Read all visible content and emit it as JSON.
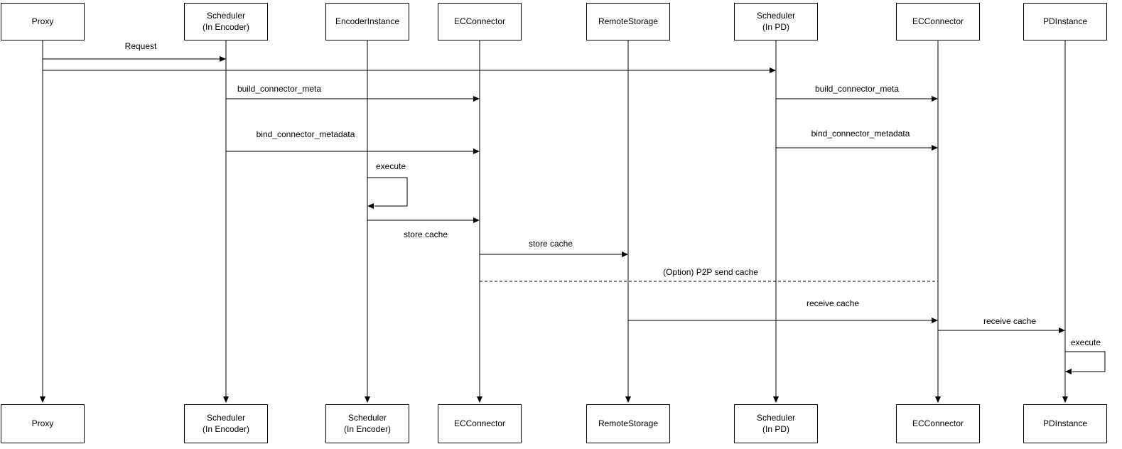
{
  "diagram_type": "sequence",
  "actors_top": [
    {
      "label": "Proxy"
    },
    {
      "label": "Scheduler\n(In Encoder)"
    },
    {
      "label": "EncoderInstance"
    },
    {
      "label": "ECConnector"
    },
    {
      "label": "RemoteStorage"
    },
    {
      "label": "Scheduler\n(In PD)"
    },
    {
      "label": "ECConnector"
    },
    {
      "label": "PDInstance"
    }
  ],
  "actors_bottom": [
    {
      "label": "Proxy"
    },
    {
      "label": "Scheduler\n(In Encoder)"
    },
    {
      "label": "Scheduler\n(In Encoder)"
    },
    {
      "label": "ECConnector"
    },
    {
      "label": "RemoteStorage"
    },
    {
      "label": "Scheduler\n(In PD)"
    },
    {
      "label": "ECConnector"
    },
    {
      "label": "PDInstance"
    }
  ],
  "messages": [
    {
      "label": "Request",
      "from": "Proxy",
      "to": "Scheduler (In Encoder)",
      "line": "solid"
    },
    {
      "label": "",
      "from": "Proxy",
      "to": "Scheduler (In PD)",
      "line": "solid"
    },
    {
      "label": "build_connector_meta",
      "from": "Scheduler (In Encoder)",
      "to": "ECConnector",
      "line": "solid"
    },
    {
      "label": "build_connector_meta",
      "from": "Scheduler (In PD)",
      "to": "ECConnector",
      "line": "solid"
    },
    {
      "label": "bind_connector_metadata",
      "from": "Scheduler (In Encoder)",
      "to": "ECConnector",
      "line": "solid"
    },
    {
      "label": "bind_connector_metadata",
      "from": "Scheduler (In PD)",
      "to": "ECConnector",
      "line": "solid"
    },
    {
      "label": "execute",
      "from": "EncoderInstance",
      "to": "EncoderInstance",
      "line": "self"
    },
    {
      "label": "store cache",
      "from": "EncoderInstance",
      "to": "ECConnector",
      "line": "solid"
    },
    {
      "label": "store cache",
      "from": "ECConnector",
      "to": "RemoteStorage",
      "line": "solid"
    },
    {
      "label": "(Option) P2P send cache",
      "from": "ECConnector",
      "to": "ECConnector",
      "line": "dashed"
    },
    {
      "label": "receive cache",
      "from": "RemoteStorage",
      "to": "ECConnector",
      "line": "solid"
    },
    {
      "label": "receive cache",
      "from": "ECConnector",
      "to": "PDInstance",
      "line": "solid"
    },
    {
      "label": "execute",
      "from": "PDInstance",
      "to": "PDInstance",
      "line": "self"
    }
  ],
  "colors": {
    "stroke": "#000000",
    "background": "#ffffff",
    "text": "#000000"
  }
}
